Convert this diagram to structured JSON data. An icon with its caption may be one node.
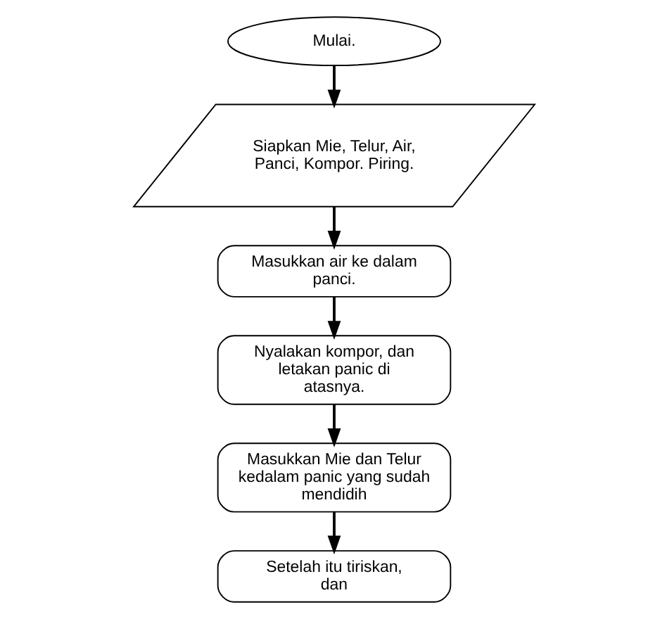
{
  "diagram": {
    "nodes": [
      {
        "text": [
          "Mulai."
        ]
      },
      {
        "text": [
          "Siapkan Mie, Telur, Air, Panci, Kompor. Piring."
        ]
      },
      {
        "text": [
          "Masukkan air ke dalam panci."
        ]
      },
      {
        "text": [
          "Nyalakan kompor, dan letakan panic di atasnya."
        ]
      },
      {
        "text": [
          "Masukkan Mie dan Telur kedalam panic yang sudah mendidih"
        ]
      },
      {
        "text": [
          "Setelah itu tiriskan, dan"
        ]
      }
    ],
    "edges": [
      {
        "from": 0,
        "to": 1,
        "arrow": "to"
      },
      {
        "from": 1,
        "to": 2,
        "arrow": "to"
      },
      {
        "from": 2,
        "to": 3,
        "arrow": "to"
      },
      {
        "from": 3,
        "to": 4,
        "arrow": "to"
      },
      {
        "from": 4,
        "to": 5,
        "arrow": "to"
      }
    ]
  }
}
